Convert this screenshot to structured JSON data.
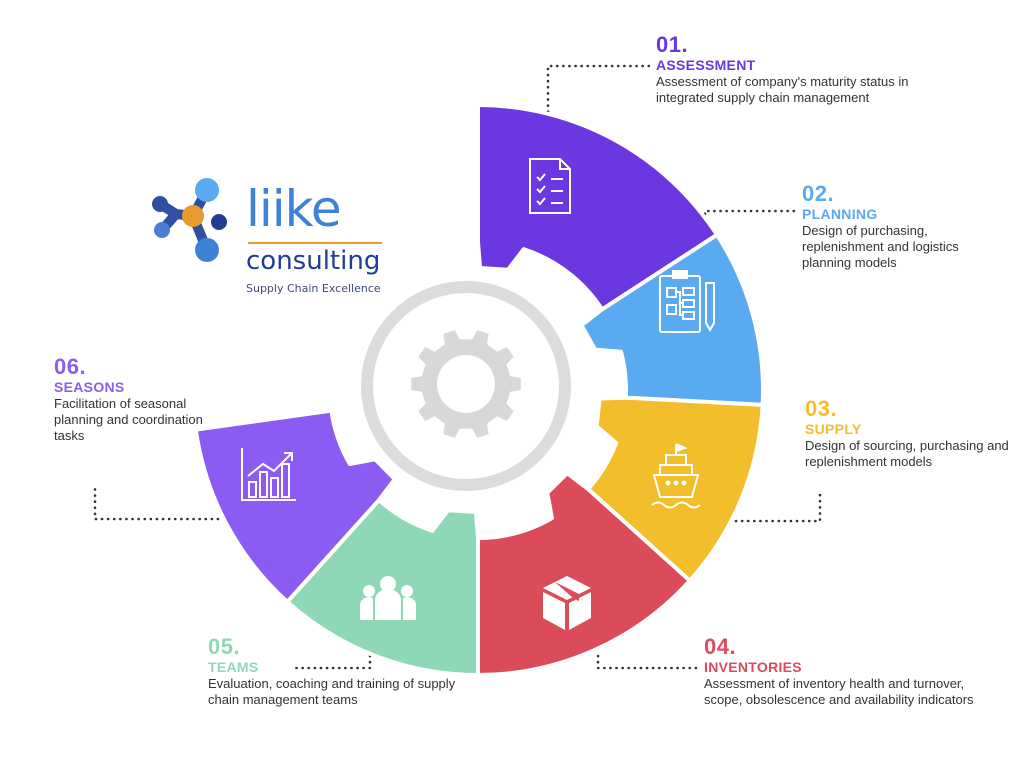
{
  "logo": {
    "word": "liike",
    "sub": "consulting",
    "tagline": "Supply Chain Excellence"
  },
  "steps": [
    {
      "number": "01.",
      "title": "ASSESSMENT",
      "description": "Assessment of company's maturity status in integrated supply chain management",
      "color": "#6a37e0",
      "icon": "checklist-icon"
    },
    {
      "number": "02.",
      "title": "PLANNING",
      "description": "Design of purchasing, replenishment and logistics planning models",
      "color": "#5aaaf2",
      "icon": "clipboard-flowchart-icon"
    },
    {
      "number": "03.",
      "title": "SUPPLY",
      "description": "Design of sourcing, purchasing and replenishment models",
      "color": "#f3be2b",
      "icon": "cargo-ship-icon"
    },
    {
      "number": "04.",
      "title": "INVENTORIES",
      "description": "Assessment of inventory health and turnover, scope, obsolescence and availability indicators",
      "color": "#dc4b5a",
      "icon": "box-icon"
    },
    {
      "number": "05.",
      "title": "TEAMS",
      "description": "Evaluation, coaching and training of supply chain management teams",
      "color": "#8ed8b8",
      "icon": "team-icon"
    },
    {
      "number": "06.",
      "title": "SEASONS",
      "description": "Facilitation of seasonal planning and coordination tasks",
      "color": "#8b5cf2",
      "icon": "growth-chart-icon"
    }
  ],
  "center": {
    "icon": "gear-icon"
  }
}
